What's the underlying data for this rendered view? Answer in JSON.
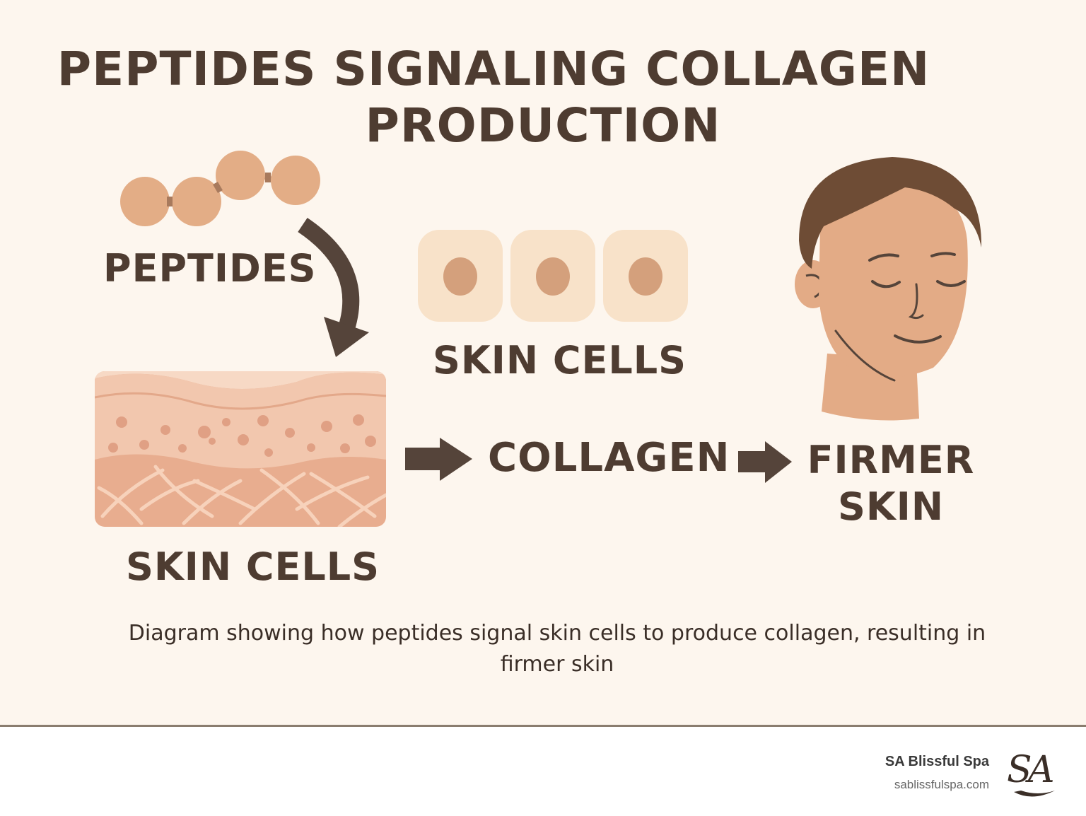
{
  "title": {
    "line1": "PEPTIDES SIGNALING COLLAGEN",
    "line2": "PRODUCTION"
  },
  "labels": {
    "peptides": "PEPTIDES",
    "skin_cells_top": "SKIN CELLS",
    "skin_cells_bottom": "SKIN CELLS",
    "collagen": "COLLAGEN",
    "firmer_line1": "FIRMER",
    "firmer_line2": "SKIN"
  },
  "caption": "Diagram showing how peptides signal skin cells to produce collagen, resulting in firmer skin",
  "footer": {
    "brand_name": "SA Blissful Spa",
    "brand_url": "sablissfulspa.com"
  },
  "colors": {
    "background": "#fdf6ee",
    "text": "#4e3c31",
    "peptide": "#e3ad86",
    "arrow": "#55443a",
    "skin_top": "#f2c7ae",
    "skin_bottom": "#e8ad8f",
    "cell": "#f8e2c9",
    "nucleus": "#d4a07c",
    "hair": "#6e4c35",
    "face": "#e3ab86"
  },
  "icons": [
    "peptide-chain-icon",
    "curved-arrow-icon",
    "skin-cell-icon",
    "skin-layer-icon",
    "right-arrow-icon",
    "face-icon",
    "sa-logo-icon"
  ]
}
